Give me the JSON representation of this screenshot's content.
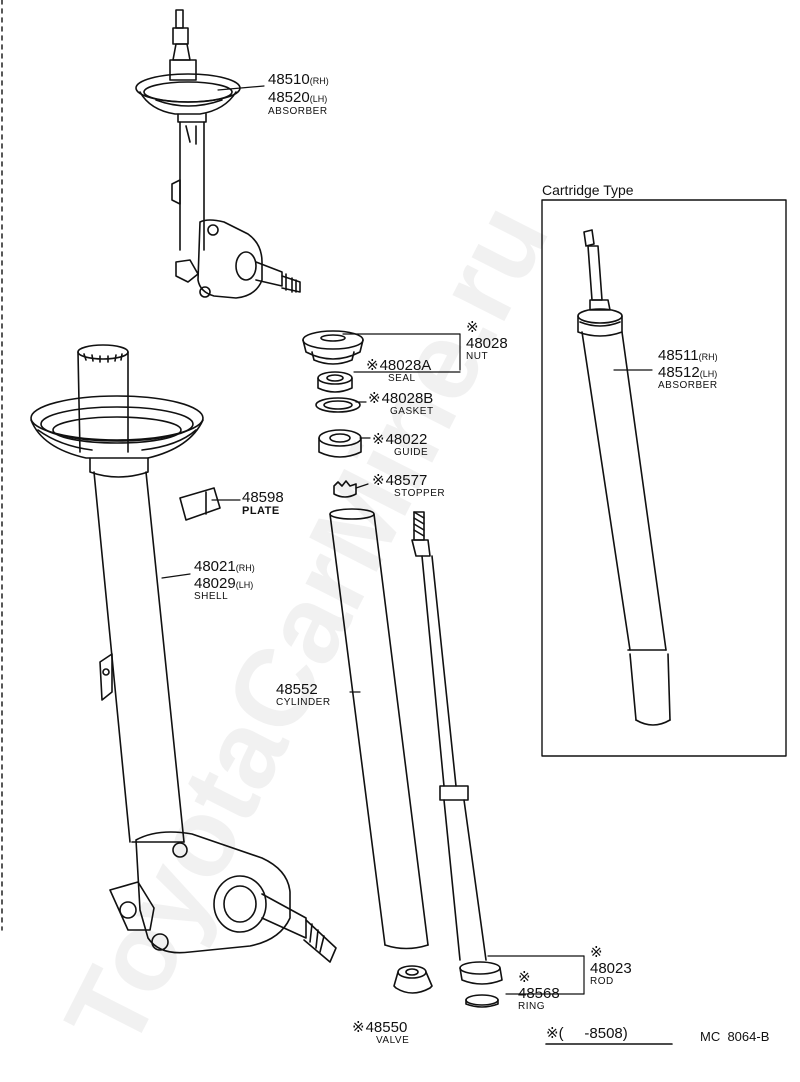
{
  "cartridge_box": {
    "title": "Cartridge Type"
  },
  "parts": {
    "absorber_main": {
      "number_rh": "48510",
      "suffix_rh": "(RH)",
      "number_lh": "48520",
      "suffix_lh": "(LH)",
      "name": "ABSORBER"
    },
    "nut": {
      "mark": "※",
      "number": "48028",
      "name": "NUT"
    },
    "seal": {
      "mark": "※",
      "number": "48028A",
      "name": "SEAL"
    },
    "gasket": {
      "mark": "※",
      "number": "48028B",
      "name": "GASKET"
    },
    "guide": {
      "mark": "※",
      "number": "48022",
      "name": "GUIDE"
    },
    "stopper": {
      "mark": "※",
      "number": "48577",
      "name": "STOPPER"
    },
    "plate": {
      "number": "48598",
      "name": "PLATE"
    },
    "shell": {
      "number_rh": "48021",
      "suffix_rh": "(RH)",
      "number_lh": "48029",
      "suffix_lh": "(LH)",
      "name": "SHELL"
    },
    "cylinder": {
      "number": "48552",
      "name": "CYLINDER"
    },
    "rod": {
      "mark": "※",
      "number": "48023",
      "name": "ROD"
    },
    "ring": {
      "mark": "※",
      "number": "48568",
      "name": "RING"
    },
    "valve": {
      "mark": "※",
      "number": "48550",
      "name": "VALVE"
    },
    "absorber_cartridge": {
      "number_rh": "48511",
      "suffix_rh": "(RH)",
      "number_lh": "48512",
      "suffix_lh": "(LH)",
      "name": "ABSORBER"
    }
  },
  "footnote": {
    "text": "※(     -8508)"
  },
  "figure_code": "MC  8064-B",
  "watermark": "ToyotaCarMine.ru",
  "colors": {
    "ink": "#111111",
    "paper": "#ffffff"
  }
}
